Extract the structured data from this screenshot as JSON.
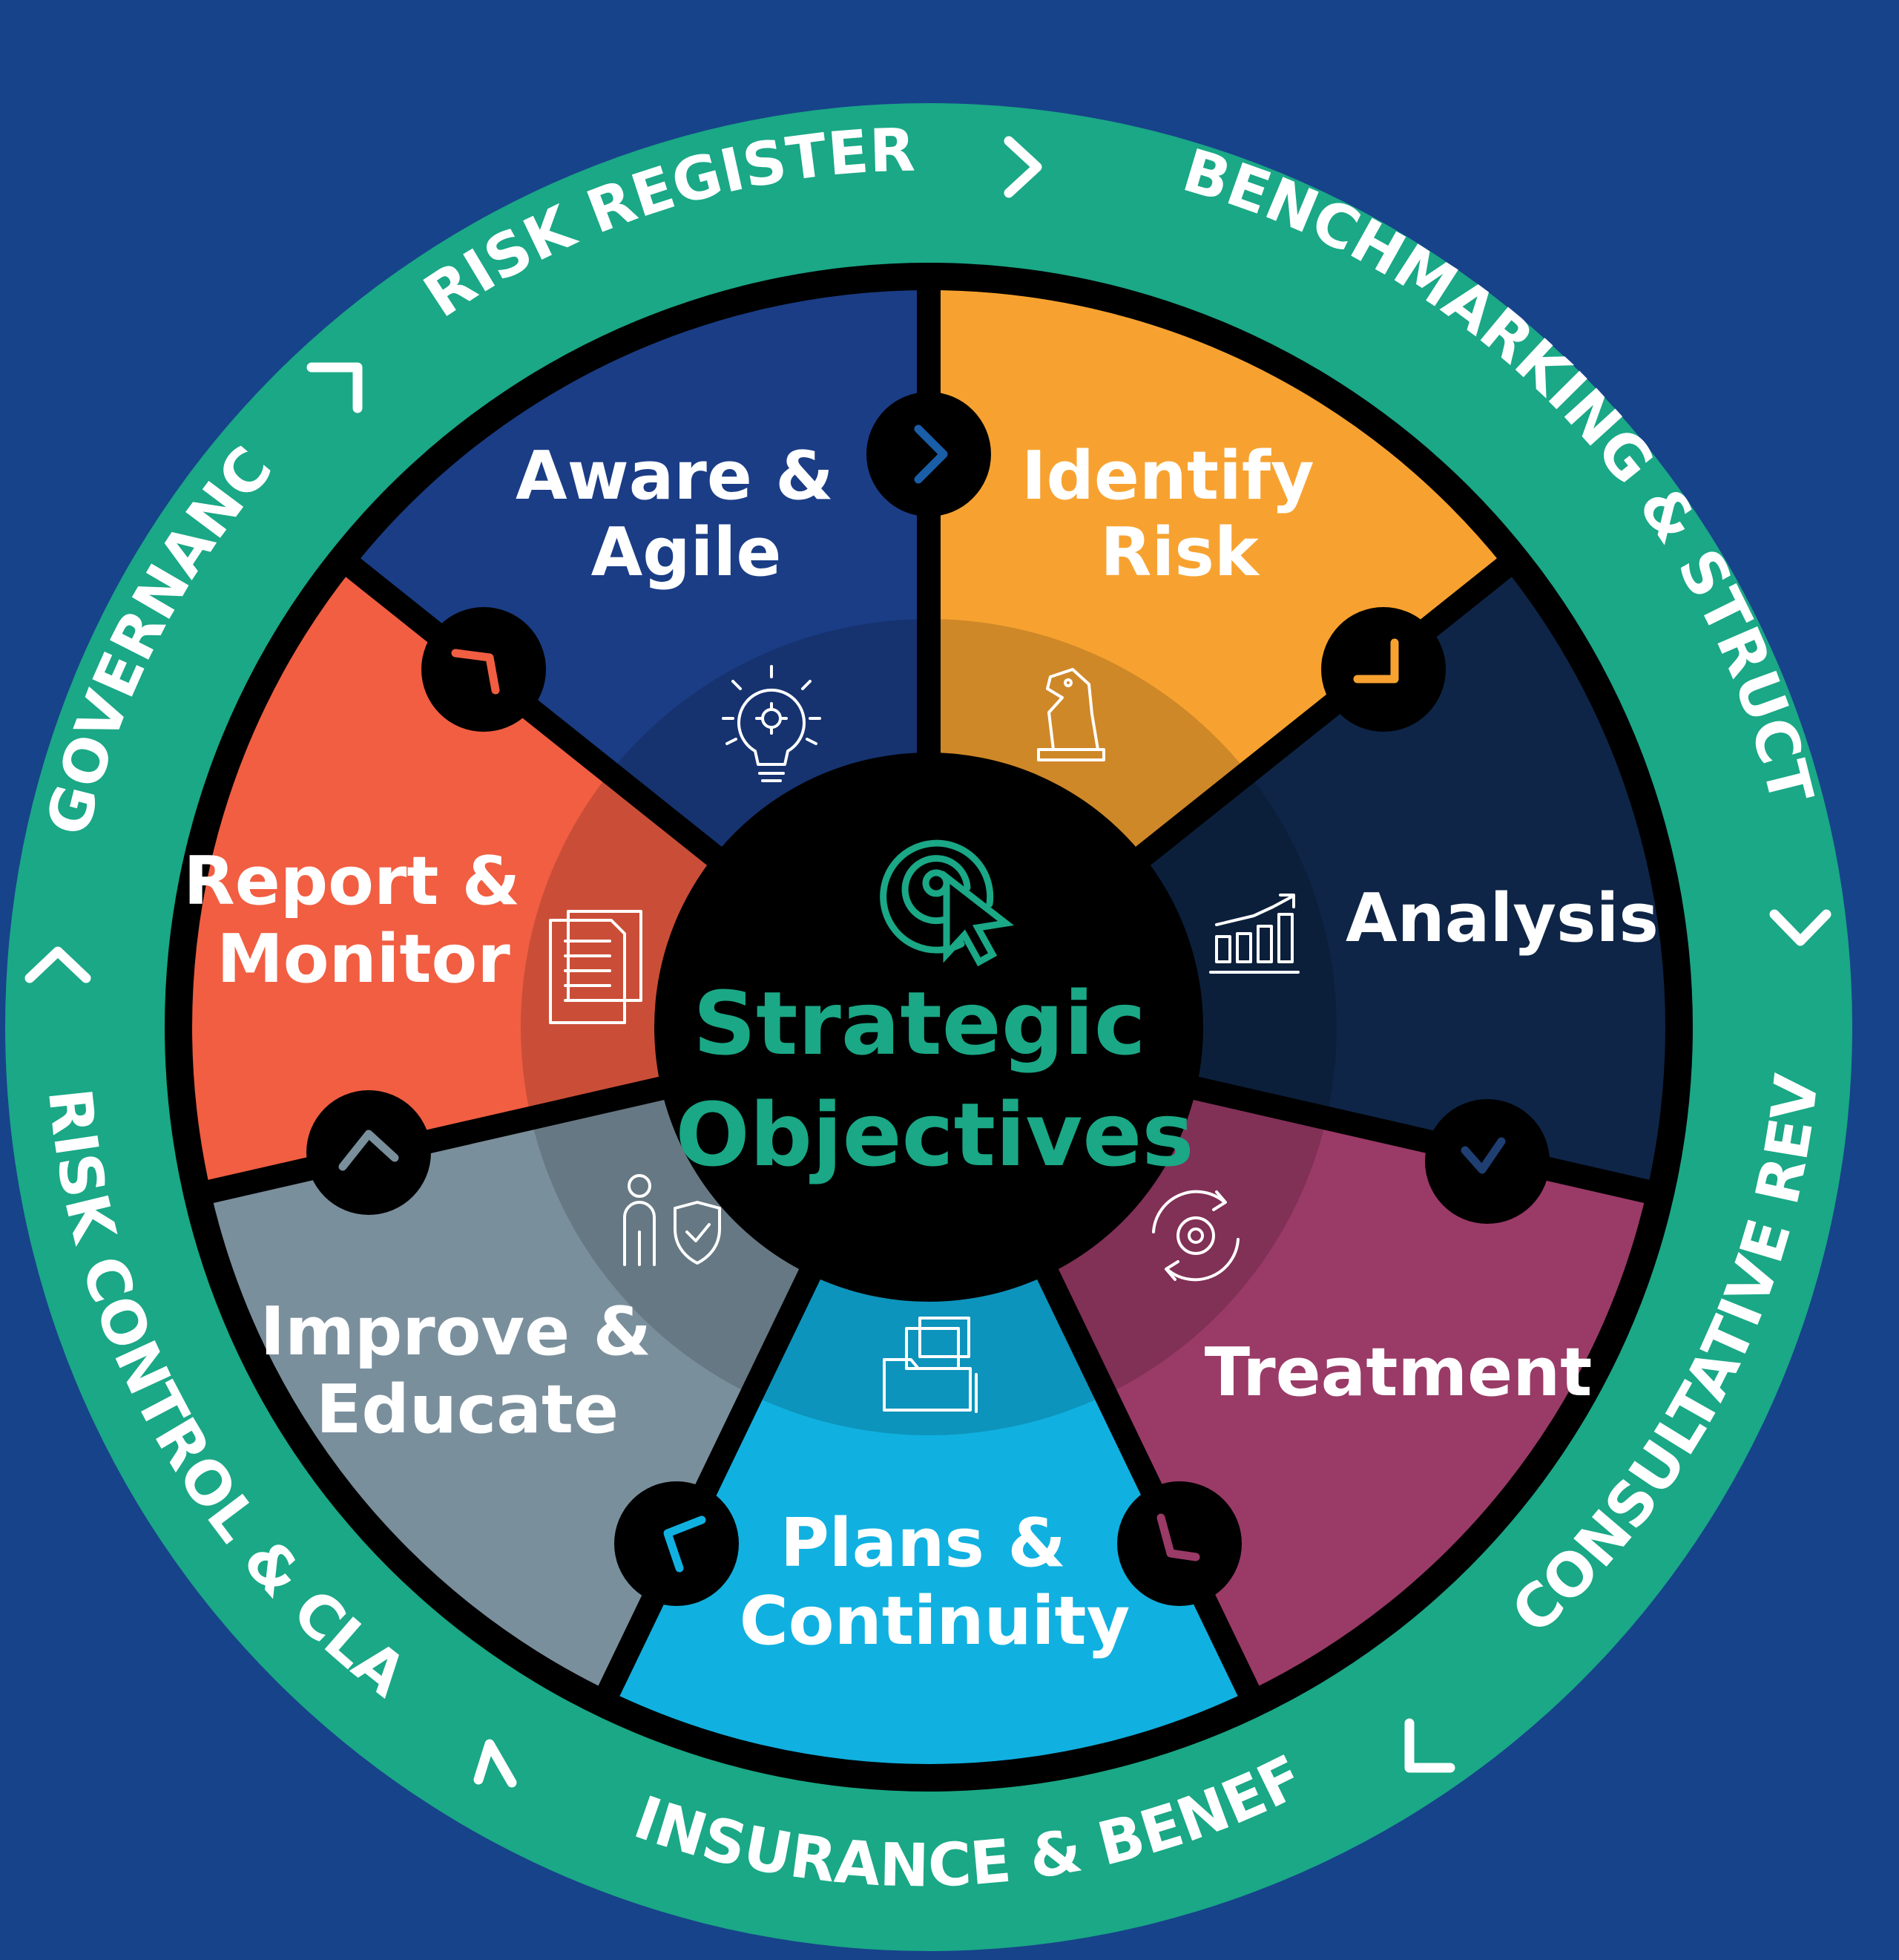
{
  "colors": {
    "background": "#17438a",
    "outer_ring": "#1aa886",
    "spokes": "#000000",
    "center_text": "#1aa886",
    "aware_agile": "#1b3d86",
    "identify_risk": "#f7a230",
    "analysis": "#0e2547",
    "treatment": "#9a3a67",
    "plans_continuity": "#10b1e0",
    "improve_educate": "#7a8f9c",
    "report_monitor": "#f15e42"
  },
  "center": {
    "line1": "Strategic",
    "line2": "Objectives",
    "icon": "target-cursor-icon"
  },
  "segments": [
    {
      "id": "aware-agile",
      "line1": "Aware &",
      "line2": "Agile",
      "icon": "lightbulb-gear-icon",
      "text_color": "#ffffff"
    },
    {
      "id": "identify-risk",
      "line1": "Identify",
      "line2": "Risk",
      "icon": "chess-knight-icon",
      "text_color": "#ffffff"
    },
    {
      "id": "analysis",
      "line1": "Analysis",
      "line2": "",
      "icon": "bar-chart-growth-icon",
      "text_color": "#ffffff"
    },
    {
      "id": "treatment",
      "line1": "Treatment",
      "line2": "",
      "icon": "gear-cycle-icon",
      "text_color": "#ffffff"
    },
    {
      "id": "plans-continuity",
      "line1": "Plans &",
      "line2": "Continuity",
      "icon": "folder-files-icon",
      "text_color": "#ffffff"
    },
    {
      "id": "improve-educate",
      "line1": "Improve &",
      "line2": "Educate",
      "icon": "person-shield-icon",
      "text_color": "#ffffff"
    },
    {
      "id": "report-monitor",
      "line1": "Report &",
      "line2": "Monitor",
      "icon": "documents-icon",
      "text_color": "#ffffff"
    }
  ],
  "outer_ring_labels": [
    {
      "id": "risk-register",
      "text": "RISK REGISTER"
    },
    {
      "id": "benchmarking-structure",
      "text": "BENCHMARKING & STRUCTURE"
    },
    {
      "id": "consultative-review",
      "text": "CONSULTATIVE REVIEW"
    },
    {
      "id": "insurance-benefits",
      "text": "INSURANCE & BENEFITS"
    },
    {
      "id": "risk-control-claims",
      "text": "RISK CONTROL & CLAIMS"
    },
    {
      "id": "governance",
      "text": "GOVERNANCE"
    }
  ]
}
